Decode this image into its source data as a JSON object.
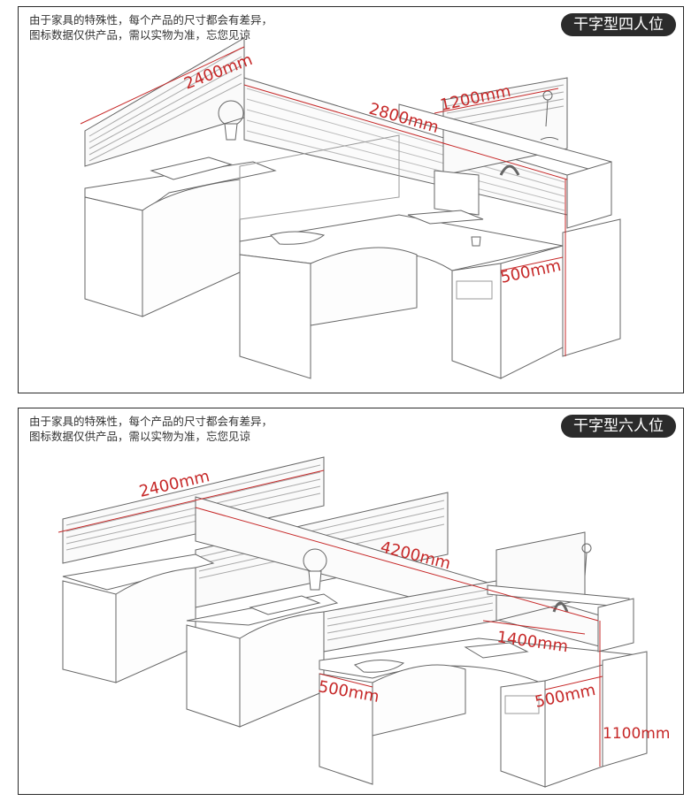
{
  "panels": [
    {
      "note_line1": "由于家具的特殊性，每个产品的尺寸都会有差异，",
      "note_line2": "图标数据仅供产品，需以实物为准，忘您见谅",
      "badge": "干字型四人位",
      "dims": {
        "d2400": "2400mm",
        "d2800": "2800mm",
        "d1200": "1200mm",
        "d500": "500mm"
      }
    },
    {
      "note_line1": "由于家具的特殊性，每个产品的尺寸都会有差异，",
      "note_line2": "图标数据仅供产品，需以实物为准，忘您见谅",
      "badge": "干字型六人位",
      "dims": {
        "d2400": "2400mm",
        "d4200": "4200mm",
        "d1400": "1400mm",
        "d500a": "500mm",
        "d500b": "500mm",
        "d1100": "1100mm"
      }
    }
  ],
  "colors": {
    "dimension": "#c62828",
    "outline": "#555555",
    "badge_bg": "#2b2b2b"
  }
}
